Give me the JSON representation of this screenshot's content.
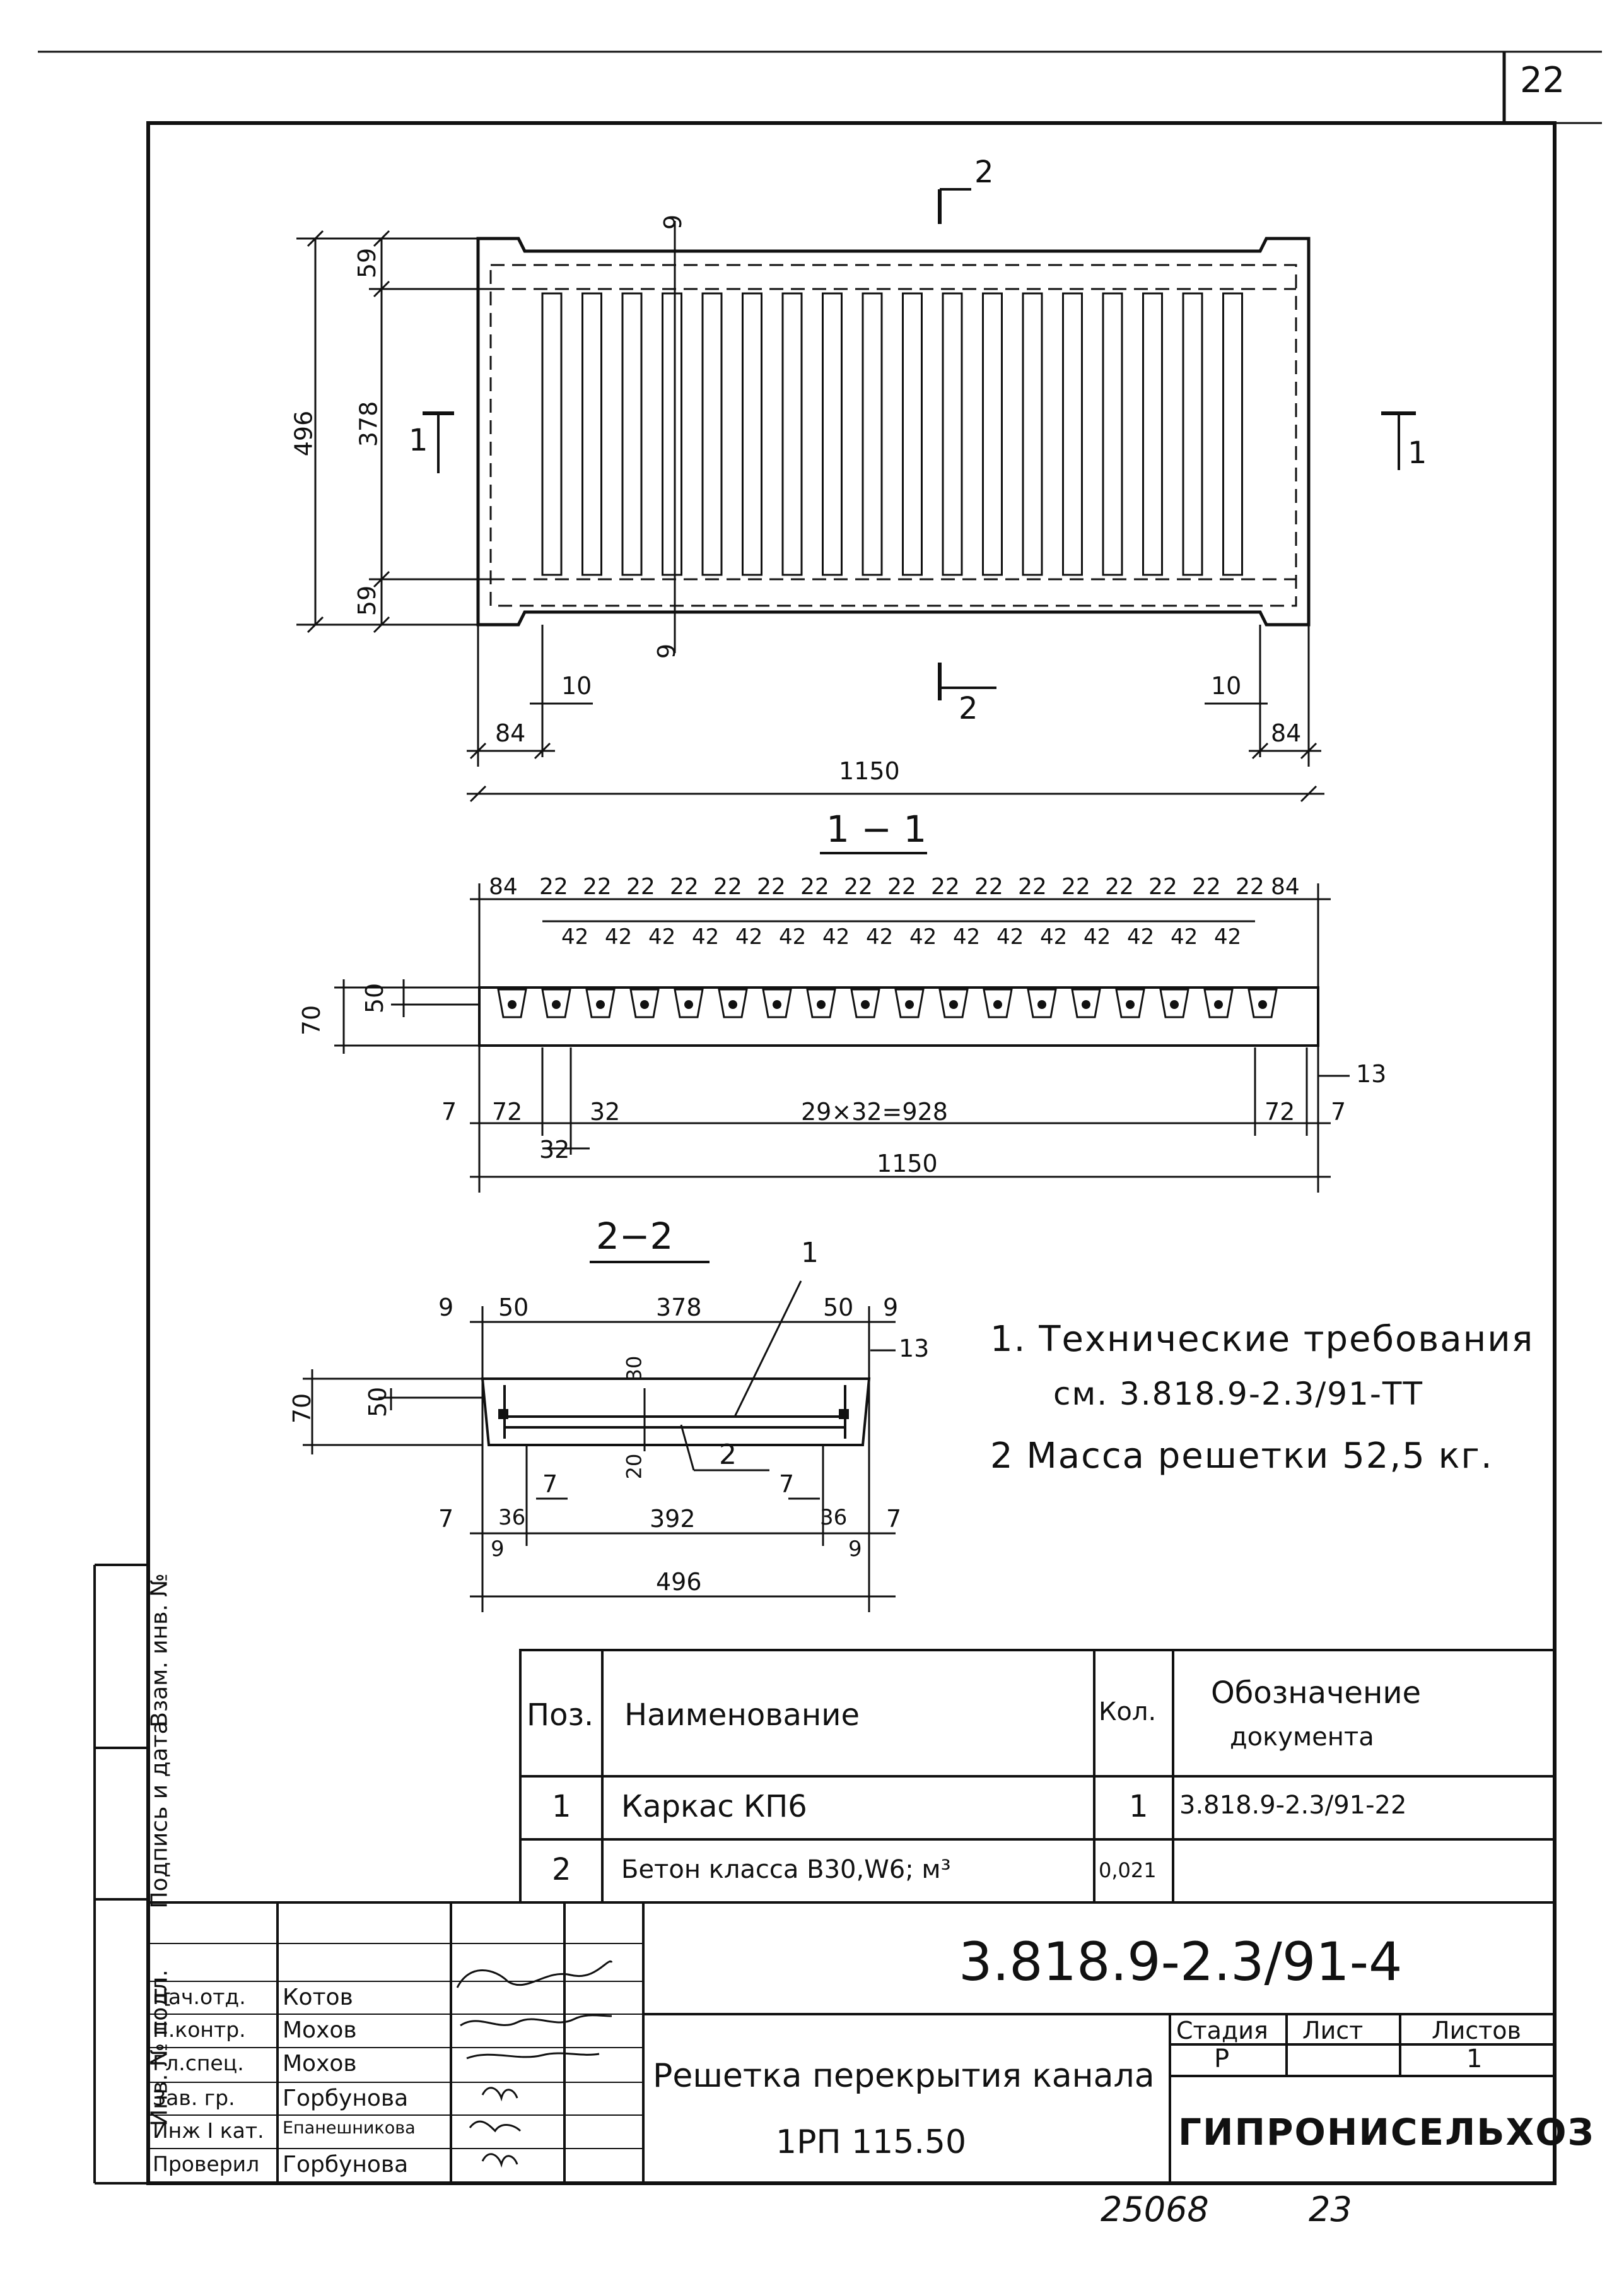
{
  "sheet": {
    "page_number": "22",
    "bottom_note_1": "25068",
    "bottom_note_2": "23"
  },
  "plan_view": {
    "dims": {
      "top_9": "9",
      "bottom_9": "9",
      "h_59_top": "59",
      "h_378": "378",
      "h_59_bottom": "59",
      "h_496": "496",
      "left_10": "10",
      "right_10": "10",
      "left_84": "84",
      "right_84": "84",
      "length_1150": "1150"
    },
    "cut_marks": {
      "section_2_top": "2",
      "section_2_bottom": "2",
      "section_1_left": "1",
      "section_1_right": "1"
    },
    "slot_count": 18
  },
  "section_1_1": {
    "title": "1 − 1",
    "top_dims": [
      "84",
      "22",
      "22",
      "22",
      "22",
      "22",
      "22",
      "22",
      "22",
      "22",
      "22",
      "22",
      "22",
      "22",
      "22",
      "22",
      "22",
      "22",
      "84"
    ],
    "slot_dims": [
      "42",
      "42",
      "42",
      "42",
      "42",
      "42",
      "42",
      "42",
      "42",
      "42",
      "42",
      "42",
      "42",
      "42",
      "42",
      "42"
    ],
    "dim_70": "70",
    "dim_50": "50",
    "dim_13": "13",
    "dim_7_left": "7",
    "dim_72_left": "72",
    "dim_32_a": "32",
    "dim_32_b": "32",
    "dim_928": "29×32=928",
    "dim_72_right": "72",
    "dim_7_right": "7",
    "dim_1150": "1150"
  },
  "section_2_2": {
    "title": "2−2",
    "leader_1": "1",
    "leader_2": "2",
    "dim_9_left": "9",
    "dim_50_left": "50",
    "dim_378": "378",
    "dim_50_right": "50",
    "dim_9_right": "9",
    "dim_13": "13",
    "dim_30": "30",
    "dim_70": "70",
    "dim_50_v": "50",
    "dim_20": "20",
    "dim_7_a": "7",
    "dim_7_b": "7",
    "dim_7_left": "7",
    "dim_36_left": "36",
    "dim_392": "392",
    "dim_36_right": "36",
    "dim_7_right": "7",
    "dim_9_bl": "9",
    "dim_9_br": "9",
    "dim_496": "496"
  },
  "notes": {
    "line1": "1. Технические требования",
    "line2": "см. 3.818.9-2.3/91-ТТ",
    "line3": "2  Масса решетки 52,5 кг."
  },
  "spec_table": {
    "headers": {
      "pos": "Поз.",
      "name": "Наименование",
      "qty": "Кол.",
      "doc_line1": "Обозначение",
      "doc_line2": "документа"
    },
    "rows": [
      {
        "pos": "1",
        "name": "Каркас   КП6",
        "qty": "1",
        "doc": "3.818.9-2.3/91-22"
      },
      {
        "pos": "2",
        "name": "Бетон класса В30,W6; м³",
        "qty": "0,021",
        "doc": ""
      }
    ]
  },
  "side_stamp": {
    "col1": "Инв. № подл.",
    "col2": "Подпись и дата",
    "col3": "Взам. инв. №"
  },
  "title_block": {
    "doc_code": "3.818.9-2.3/91-4",
    "title_line1": "Решетка перекрытия канала",
    "title_line2": "1РП 115.50",
    "stage_label": "Стадия",
    "sheet_label": "Лист",
    "sheets_label": "Листов",
    "stage_value": "Р",
    "sheet_value": "",
    "sheets_value": "1",
    "organization": "ГИПРОНИСЕЛЬХОЗ",
    "staff": [
      {
        "role": "Нач.отд.",
        "name": "Котов"
      },
      {
        "role": "Н.контр.",
        "name": "Мохов"
      },
      {
        "role": "Гл.спец.",
        "name": "Мохов"
      },
      {
        "role": "Зав. гр.",
        "name": "Горбунова"
      },
      {
        "role": "Инж I кат.",
        "name": "Епанешникова"
      },
      {
        "role": "Проверил",
        "name": "Горбунова"
      }
    ]
  }
}
